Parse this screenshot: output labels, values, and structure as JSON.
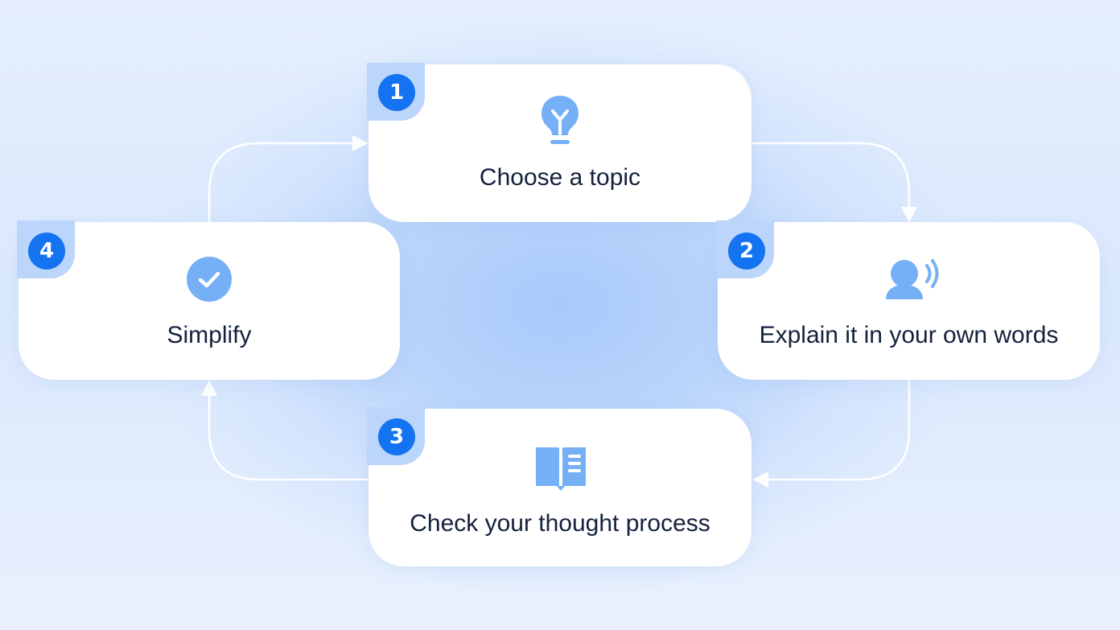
{
  "colors": {
    "badge": "#1473f0",
    "icon": "#75b0f6",
    "text": "#14213d",
    "arrow": "#ffffff",
    "card": "#ffffff"
  },
  "steps": [
    {
      "number": "1",
      "label": "Choose a topic",
      "icon": "lightbulb-icon"
    },
    {
      "number": "2",
      "label": "Explain it in your own words",
      "icon": "speaking-person-icon"
    },
    {
      "number": "3",
      "label": "Check your thought process",
      "icon": "open-book-icon"
    },
    {
      "number": "4",
      "label": "Simplify",
      "icon": "checkmark-circle-icon"
    }
  ]
}
